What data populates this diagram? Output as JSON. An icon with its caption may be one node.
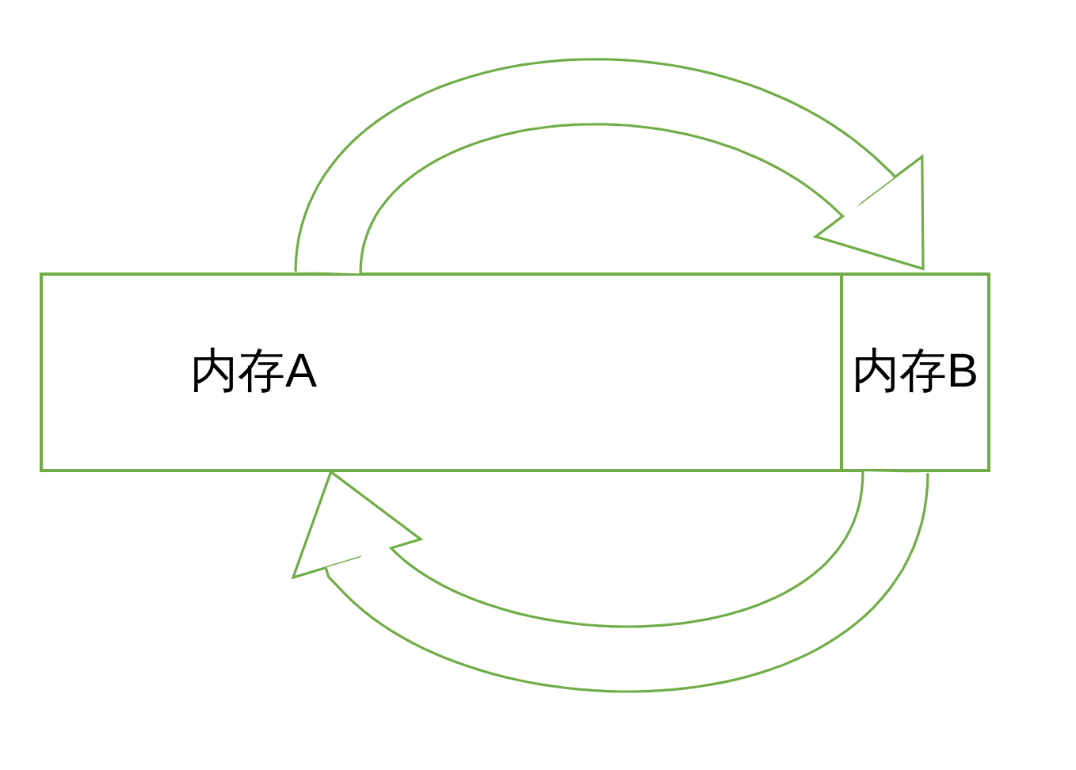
{
  "diagram": {
    "nodes": [
      {
        "text": [
          "内存A"
        ]
      },
      {
        "text": [
          "内存B"
        ]
      }
    ],
    "edges": [
      {
        "from": 0,
        "to": 1,
        "arrow": "to"
      },
      {
        "from": 1,
        "to": 0,
        "arrow": "to"
      }
    ]
  }
}
